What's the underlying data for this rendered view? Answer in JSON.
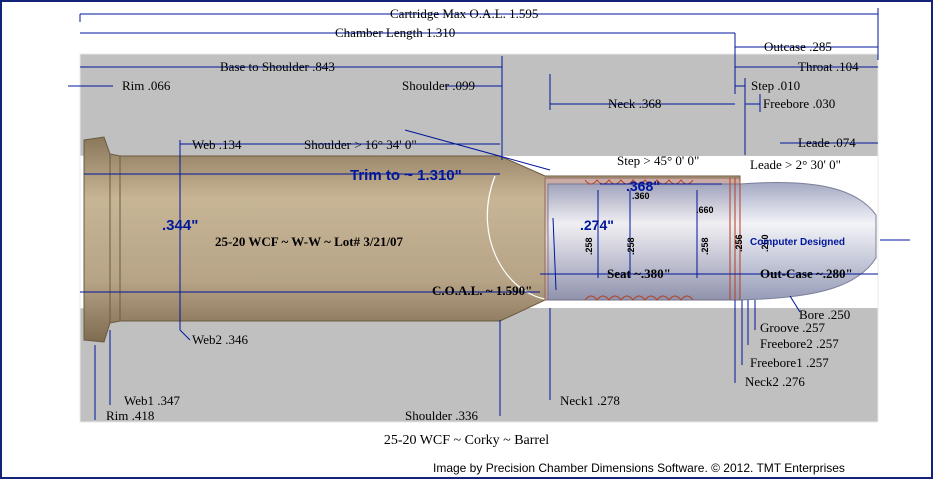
{
  "dims_top": {
    "max_oal": "Cartridge Max O.A.L. 1.595",
    "chamber_length": "Chamber Length 1.310",
    "outcase": "Outcase .285",
    "base_to_shoulder": "Base to Shoulder .843",
    "throat": "Throat .104",
    "rim": "Rim .066",
    "shoulder": "Shoulder .099",
    "step": "Step .010",
    "neck": "Neck .368",
    "freebore": "Freebore .030",
    "web": "Web .134",
    "shoulder_angle": "Shoulder > 16° 34' 0\"",
    "leade": "Leade .074",
    "step_angle": "Step > 45° 0' 0\"",
    "leade_angle": "Leade > 2° 30' 0\""
  },
  "cartridge": {
    "trim": "Trim to ~ 1.310\"",
    "body_dia": ".344\"",
    "name": "25-20 WCF ~ W-W ~ Lot# 3/21/07",
    "oal": "C.O.A.L. ~ 1.590\"",
    "neck_len": ".368\"",
    "neck_id": ".274\"",
    "v360": ".360",
    "v660": ".660",
    "v258a": ".258",
    "v258b": ".258",
    "v258c": ".258",
    "v256": ".256",
    "v260": ".260",
    "seat": "Seat ~.380\"",
    "outcase": "Out-Case ~.280\"",
    "bullet": "Computer Designed"
  },
  "dims_bottom": {
    "web2": "Web2 .346",
    "bore": "Bore .250",
    "groove": "Groove .257",
    "freebore2": "Freebore2 .257",
    "freebore1": "Freebore1 .257",
    "neck2": "Neck2 .276",
    "web1": "Web1 .347",
    "neck1": "Neck1 .278",
    "rim": "Rim .418",
    "shoulder": "Shoulder .336"
  },
  "caption": "25-20 WCF ~ Corky ~ Barrel",
  "credit": "Image by Precision Chamber Dimensions Software. © 2012. TMT Enterprises",
  "colors": {
    "chamber": "#c0c0c0",
    "brass": "#bba98d",
    "dim_line": "#00169c",
    "frame": "#13237a"
  }
}
